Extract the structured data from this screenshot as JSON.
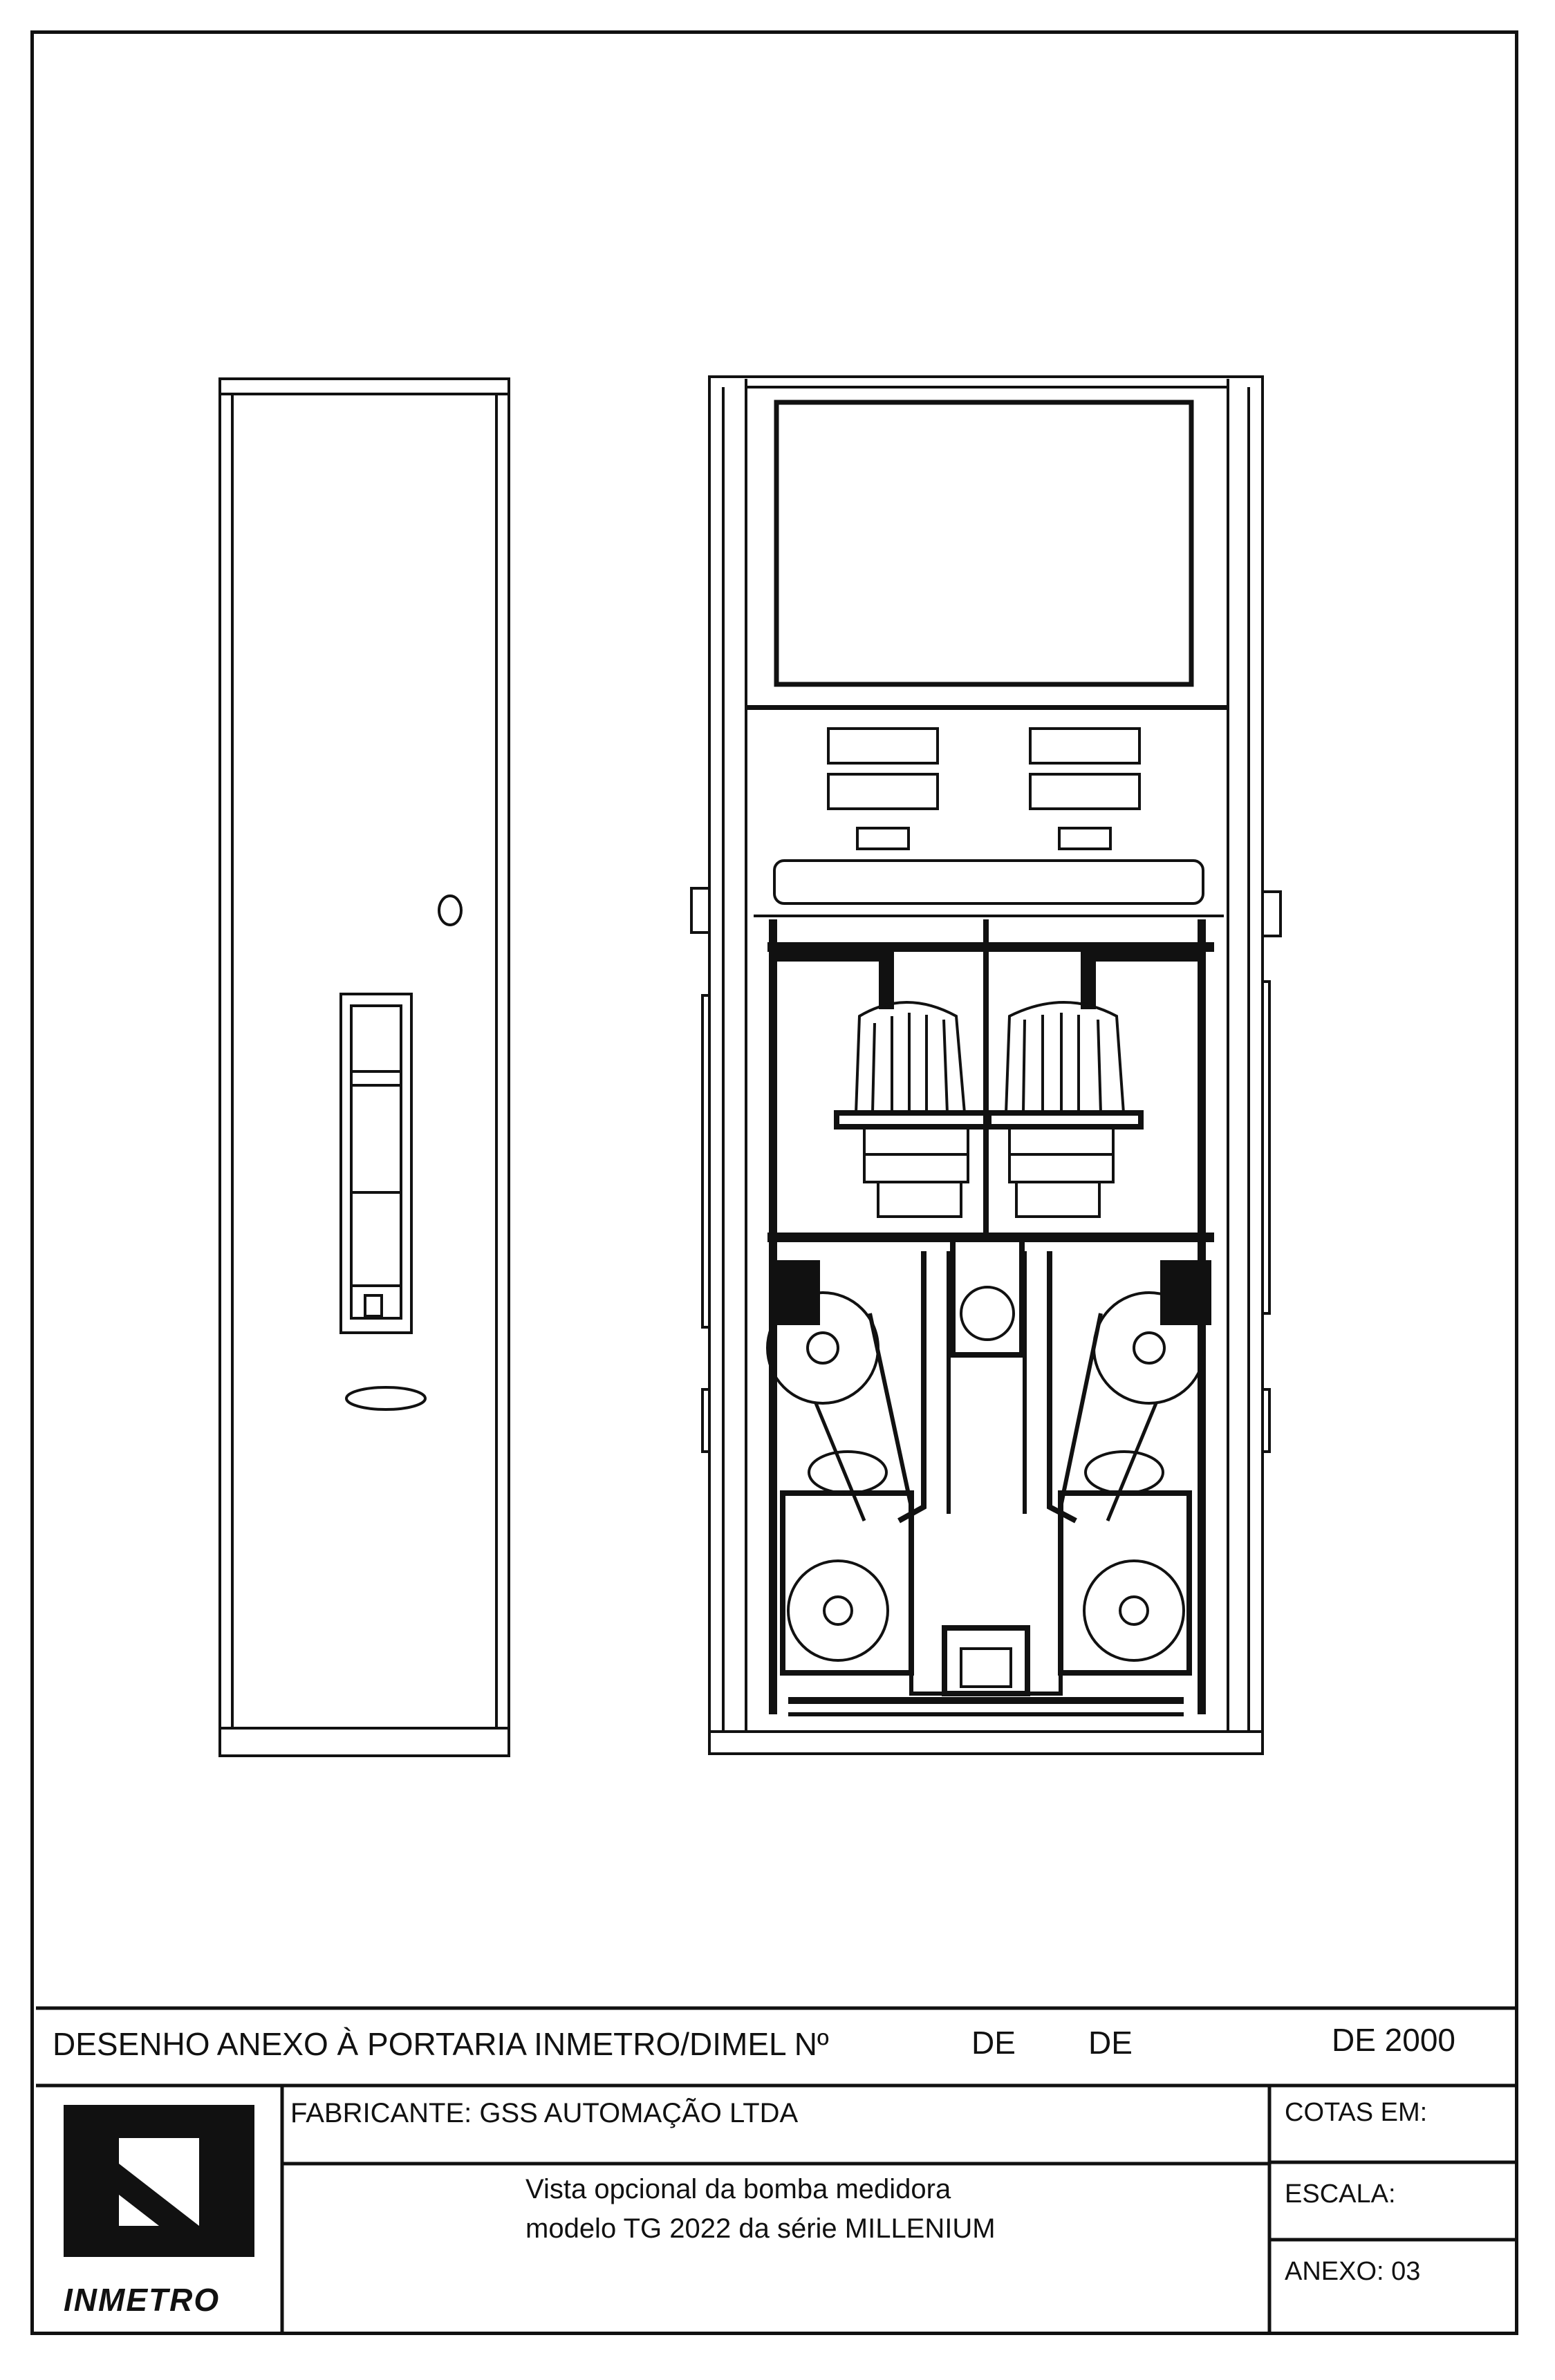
{
  "title_block": {
    "header": "DESENHO ANEXO À PORTARIA INMETRO/DIMEL Nº",
    "header_de_1": "DE",
    "header_de_2": "DE",
    "header_year": "DE 2000",
    "fabricante": "FABRICANTE: GSS AUTOMAÇÃO LTDA",
    "cotas": "COTAS EM:",
    "escala": "ESCALA:",
    "anexo": "ANEXO: 03",
    "description_line1": "Vista opcional da bomba medidora",
    "description_line2": "modelo TG 2022 da série MILLENIUM",
    "logo_text": "INMETRO"
  },
  "colors": {
    "ink": "#111111",
    "paper": "#ffffff"
  }
}
